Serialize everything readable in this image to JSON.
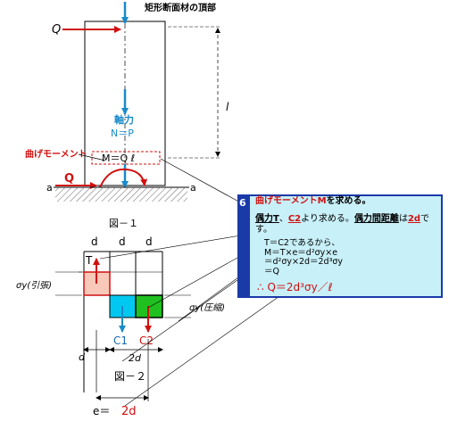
{
  "figure": {
    "title": "矩形断面材の頂部",
    "label_Q_top": "Q",
    "label_Q_bottom": "Q",
    "label_axial": "軸力",
    "label_N": "N＝P",
    "label_moment": "曲げモーメント",
    "label_MQl": "M＝Q ℓ",
    "label_a_left": "a",
    "label_a_right": "a",
    "label_l": "l",
    "caption1": "図－１",
    "caption2": "図－２",
    "label_d1": "d",
    "label_d2": "d",
    "label_d3": "d",
    "label_T": "T",
    "label_sigma_tension": "σy(引張)",
    "label_sigma_compression": "σy(圧縮)",
    "label_C1": "C1",
    "label_C2": "C2",
    "label_d_small": "d",
    "label_2d": "2d",
    "label_e_prefix": "e＝",
    "label_e_value": "2d"
  },
  "callout": {
    "number": "6",
    "line1_red": "曲げモーメントM",
    "line1_rest": "を求める。",
    "line2_a": "偶力T",
    "line2_b": "、",
    "line2_c": "C2",
    "line2_d": "より求める。",
    "line2_e": "偶力間距離",
    "line2_f": "は",
    "line2_g": "2d",
    "line2_h": "です。",
    "calc1": "T＝C2であるから、",
    "calc2": "M＝T×e＝d²σy×e",
    "calc3": "＝d²σy×2d＝2d³σy",
    "calc4": "＝Q",
    "result": "∴ Q＝2d³σy／ℓ"
  },
  "colors": {
    "red": "#d01010",
    "blue_arrow": "#1a8ac8",
    "cyan_block": "#00c8f0",
    "green_block": "#20c020",
    "pink_block": "#f8c8b8",
    "callout_bg": "#c8f0f8",
    "callout_border": "#1a3aa8"
  }
}
